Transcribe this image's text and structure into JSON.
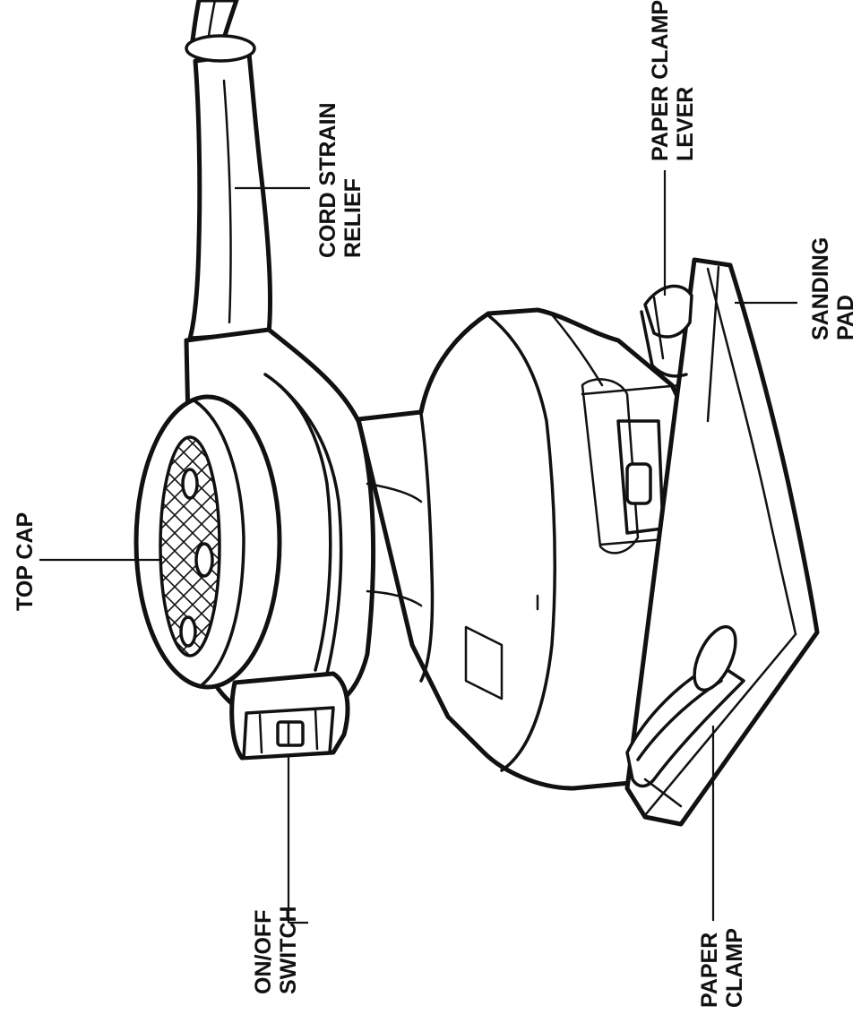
{
  "labels": {
    "top_cap": "TOP CAP",
    "cord_strain_relief": [
      "CORD STRAIN",
      "RELIEF"
    ],
    "paper_clamp_lever": [
      "PAPER CLAMP",
      "LEVER"
    ],
    "sanding_pad": [
      "SANDING",
      "PAD"
    ],
    "on_off_switch": [
      "ON/OFF",
      "SWITCH"
    ],
    "paper_clamp": [
      "PAPER",
      "CLAMP"
    ]
  }
}
